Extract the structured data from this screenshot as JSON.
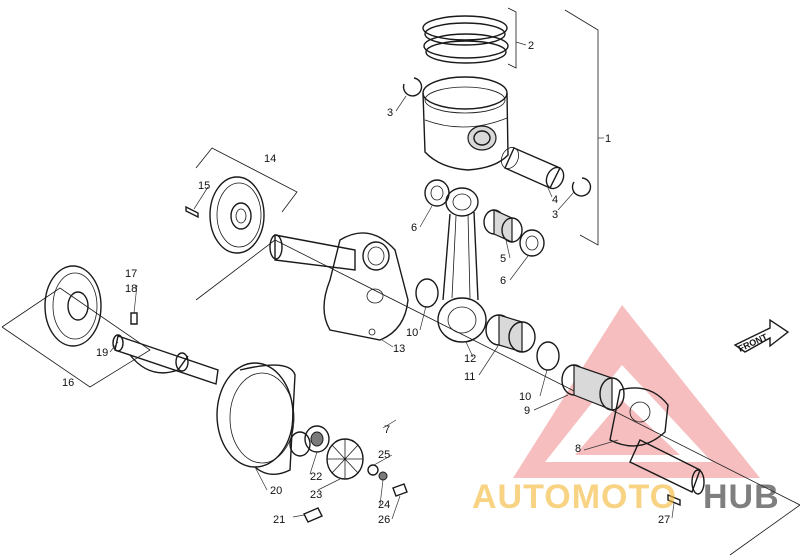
{
  "callouts": [
    {
      "id": "c1",
      "text": "1"
    },
    {
      "id": "c2",
      "text": "2"
    },
    {
      "id": "c3a",
      "text": "3"
    },
    {
      "id": "c3b",
      "text": "3"
    },
    {
      "id": "c4",
      "text": "4"
    },
    {
      "id": "c5",
      "text": "5"
    },
    {
      "id": "c6a",
      "text": "6"
    },
    {
      "id": "c6b",
      "text": "6"
    },
    {
      "id": "c7",
      "text": "7"
    },
    {
      "id": "c8",
      "text": "8"
    },
    {
      "id": "c9",
      "text": "9"
    },
    {
      "id": "c10a",
      "text": "10"
    },
    {
      "id": "c10b",
      "text": "10"
    },
    {
      "id": "c11",
      "text": "11"
    },
    {
      "id": "c12",
      "text": "12"
    },
    {
      "id": "c13",
      "text": "13"
    },
    {
      "id": "c14",
      "text": "14"
    },
    {
      "id": "c15",
      "text": "15"
    },
    {
      "id": "c16",
      "text": "16"
    },
    {
      "id": "c17",
      "text": "17"
    },
    {
      "id": "c18",
      "text": "18"
    },
    {
      "id": "c19",
      "text": "19"
    },
    {
      "id": "c20",
      "text": "20"
    },
    {
      "id": "c21",
      "text": "21"
    },
    {
      "id": "c22",
      "text": "22"
    },
    {
      "id": "c23",
      "text": "23"
    },
    {
      "id": "c24",
      "text": "24"
    },
    {
      "id": "c25",
      "text": "25"
    },
    {
      "id": "c26",
      "text": "26"
    },
    {
      "id": "c27",
      "text": "27"
    }
  ],
  "front_arrow": {
    "label": "FRONT"
  },
  "watermark": {
    "part1": "AUTOMOTO",
    "part2": "HUB",
    "color_triangle": "#e63b3b",
    "color_gold": "#f2b631",
    "color_dark": "#2b2b2b"
  }
}
